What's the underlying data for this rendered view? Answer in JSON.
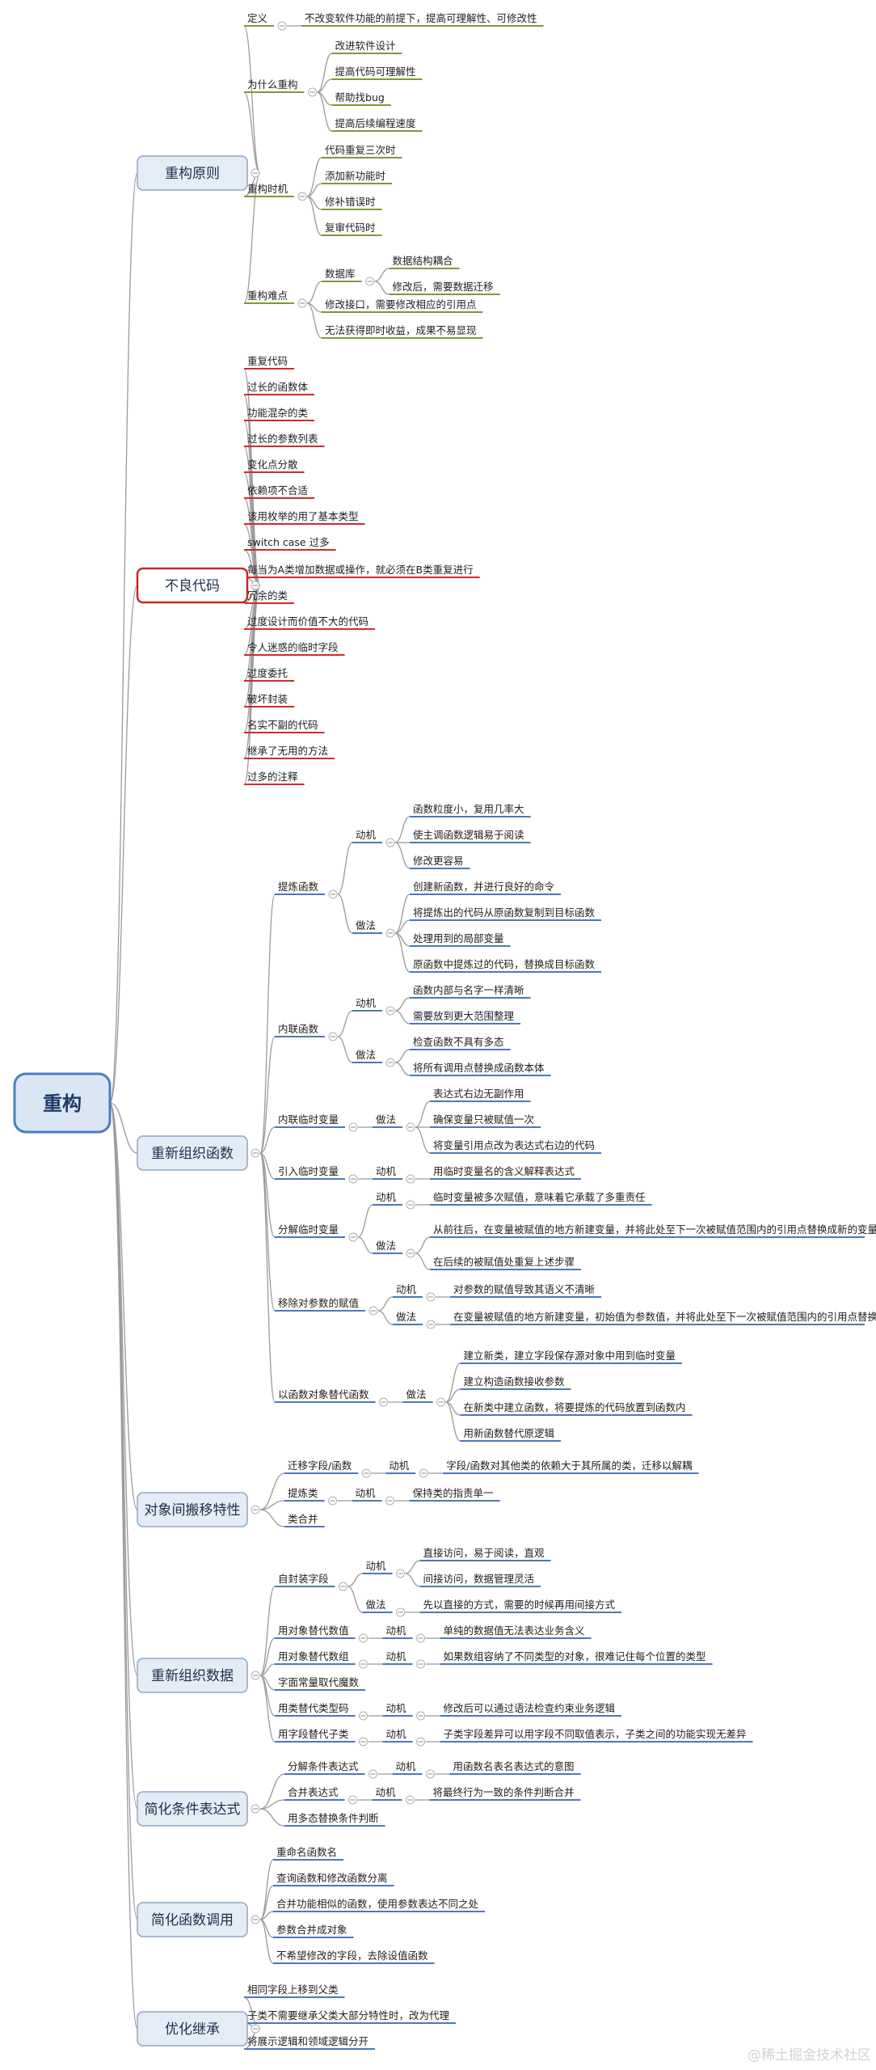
{
  "root": {
    "label": "重构"
  },
  "watermark": "@稀土掘金技术社区",
  "categories": [
    {
      "label": "重构原则",
      "children": [
        {
          "label": "定义",
          "children": [
            {
              "label": "不改变软件功能的前提下，提高可理解性、可修改性"
            }
          ]
        },
        {
          "label": "为什么重构",
          "children": [
            {
              "label": "改进软件设计"
            },
            {
              "label": "提高代码可理解性"
            },
            {
              "label": "帮助找bug"
            },
            {
              "label": "提高后续编程速度"
            }
          ]
        },
        {
          "label": "重构时机",
          "children": [
            {
              "label": "代码重复三次时"
            },
            {
              "label": "添加新功能时"
            },
            {
              "label": "修补错误时"
            },
            {
              "label": "复审代码时"
            }
          ]
        },
        {
          "label": "重构难点",
          "children": [
            {
              "label": "数据库",
              "children": [
                {
                  "label": "数据结构耦合"
                },
                {
                  "label": "修改后，需要数据迁移"
                }
              ]
            },
            {
              "label": "修改接口，需要修改相应的引用点"
            },
            {
              "label": "无法获得即时收益，成果不易显现"
            }
          ]
        }
      ]
    },
    {
      "label": "不良代码",
      "children": [
        {
          "label": "重复代码"
        },
        {
          "label": "过长的函数体"
        },
        {
          "label": "功能混杂的类"
        },
        {
          "label": "过长的参数列表"
        },
        {
          "label": "变化点分散"
        },
        {
          "label": "依赖项不合适"
        },
        {
          "label": "该用枚举的用了基本类型"
        },
        {
          "label": "switch case 过多"
        },
        {
          "label": "每当为A类增加数据或操作，就必须在B类重复进行"
        },
        {
          "label": "冗余的类"
        },
        {
          "label": "过度设计而价值不大的代码"
        },
        {
          "label": "令人迷惑的临时字段"
        },
        {
          "label": "过度委托"
        },
        {
          "label": "破坏封装"
        },
        {
          "label": "名实不副的代码"
        },
        {
          "label": "继承了无用的方法"
        },
        {
          "label": "过多的注释"
        }
      ]
    },
    {
      "label": "重新组织函数",
      "children": [
        {
          "label": "提炼函数",
          "children": [
            {
              "label": "动机",
              "children": [
                {
                  "label": "函数粒度小，复用几率大"
                },
                {
                  "label": "使主调函数逻辑易于阅读"
                },
                {
                  "label": "修改更容易"
                }
              ]
            },
            {
              "label": "做法",
              "children": [
                {
                  "label": "创建新函数，并进行良好的命令"
                },
                {
                  "label": "将提炼出的代码从原函数复制到目标函数"
                },
                {
                  "label": "处理用到的局部变量"
                },
                {
                  "label": "原函数中提炼过的代码，替换成目标函数"
                }
              ]
            }
          ]
        },
        {
          "label": "内联函数",
          "children": [
            {
              "label": "动机",
              "children": [
                {
                  "label": "函数内部与名字一样清晰"
                },
                {
                  "label": "需要放到更大范围整理"
                }
              ]
            },
            {
              "label": "做法",
              "children": [
                {
                  "label": "检查函数不具有多态"
                },
                {
                  "label": "将所有调用点替换成函数本体"
                }
              ]
            }
          ]
        },
        {
          "label": "内联临时变量",
          "children": [
            {
              "label": "做法",
              "children": [
                {
                  "label": "表达式右边无副作用"
                },
                {
                  "label": "确保变量只被赋值一次"
                },
                {
                  "label": "将变量引用点改为表达式右边的代码"
                }
              ]
            }
          ]
        },
        {
          "label": "引入临时变量",
          "children": [
            {
              "label": "动机",
              "children": [
                {
                  "label": "用临时变量名的含义解释表达式"
                }
              ]
            }
          ]
        },
        {
          "label": "分解临时变量",
          "children": [
            {
              "label": "动机",
              "children": [
                {
                  "label": "临时变量被多次赋值，意味着它承载了多重责任"
                }
              ]
            },
            {
              "label": "做法",
              "children": [
                {
                  "label": "从前往后，在变量被赋值的地方新建变量，并将此处至下一次被赋值范围内的引用点替换成新的变量"
                },
                {
                  "label": "在后续的被赋值处重复上述步骤"
                }
              ]
            }
          ]
        },
        {
          "label": "移除对参数的赋值",
          "children": [
            {
              "label": "动机",
              "children": [
                {
                  "label": "对参数的赋值导致其语义不清晰"
                }
              ]
            },
            {
              "label": "做法",
              "children": [
                {
                  "label": "在变量被赋值的地方新建变量，初始值为参数值，并将此处至下一次被赋值范围内的引用点替换成新的变量名"
                }
              ]
            }
          ]
        },
        {
          "label": "以函数对象替代函数",
          "children": [
            {
              "label": "做法",
              "children": [
                {
                  "label": "建立新类，建立字段保存源对象中用到临时变量"
                },
                {
                  "label": "建立构造函数接收参数"
                },
                {
                  "label": "在新类中建立函数，将要提炼的代码放置到函数内"
                },
                {
                  "label": "用新函数替代原逻辑"
                }
              ]
            }
          ]
        }
      ]
    },
    {
      "label": "对象间搬移特性",
      "children": [
        {
          "label": "迁移字段/函数",
          "children": [
            {
              "label": "动机",
              "children": [
                {
                  "label": "字段/函数对其他类的依赖大于其所属的类，迁移以解耦"
                }
              ]
            }
          ]
        },
        {
          "label": "提炼类",
          "children": [
            {
              "label": "动机",
              "children": [
                {
                  "label": "保持类的指责单一"
                }
              ]
            }
          ]
        },
        {
          "label": "类合并"
        }
      ]
    },
    {
      "label": "重新组织数据",
      "children": [
        {
          "label": "自封装字段",
          "children": [
            {
              "label": "动机",
              "children": [
                {
                  "label": "直接访问，易于阅读，直观"
                },
                {
                  "label": "间接访问，数据管理灵活"
                }
              ]
            },
            {
              "label": "做法",
              "children": [
                {
                  "label": "先以直接的方式，需要的时候再用间接方式"
                }
              ]
            }
          ]
        },
        {
          "label": "用对象替代数值",
          "children": [
            {
              "label": "动机",
              "children": [
                {
                  "label": "单纯的数据值无法表达业务含义"
                }
              ]
            }
          ]
        },
        {
          "label": "用对象替代数组",
          "children": [
            {
              "label": "动机",
              "children": [
                {
                  "label": "如果数组容纳了不同类型的对象，很难记住每个位置的类型"
                }
              ]
            }
          ]
        },
        {
          "label": "字面常量取代魔数"
        },
        {
          "label": "用类替代类型码",
          "children": [
            {
              "label": "动机",
              "children": [
                {
                  "label": "修改后可以通过语法检查约束业务逻辑"
                }
              ]
            }
          ]
        },
        {
          "label": "用字段替代子类",
          "children": [
            {
              "label": "动机",
              "children": [
                {
                  "label": "子类字段差异可以用字段不同取值表示，子类之间的功能实现无差异"
                }
              ]
            }
          ]
        }
      ]
    },
    {
      "label": "简化条件表达式",
      "children": [
        {
          "label": "分解条件表达式",
          "children": [
            {
              "label": "动机",
              "children": [
                {
                  "label": "用函数名表名表达式的意图"
                }
              ]
            }
          ]
        },
        {
          "label": "合并表达式",
          "children": [
            {
              "label": "动机",
              "children": [
                {
                  "label": "将最终行为一致的条件判断合并"
                }
              ]
            }
          ]
        },
        {
          "label": "用多态替换条件判断"
        }
      ]
    },
    {
      "label": "简化函数调用",
      "children": [
        {
          "label": "重命名函数名"
        },
        {
          "label": "查询函数和修改函数分离"
        },
        {
          "label": "合并功能相似的函数，使用参数表达不同之处"
        },
        {
          "label": "参数合并成对象"
        },
        {
          "label": "不希望修改的字段，去除设值函数"
        }
      ]
    },
    {
      "label": "优化继承",
      "children": [
        {
          "label": "相同字段上移到父类"
        },
        {
          "label": "子类不需要继承父类大部分特性时，改为代理"
        },
        {
          "label": "将展示逻辑和领域逻辑分开"
        }
      ]
    }
  ]
}
